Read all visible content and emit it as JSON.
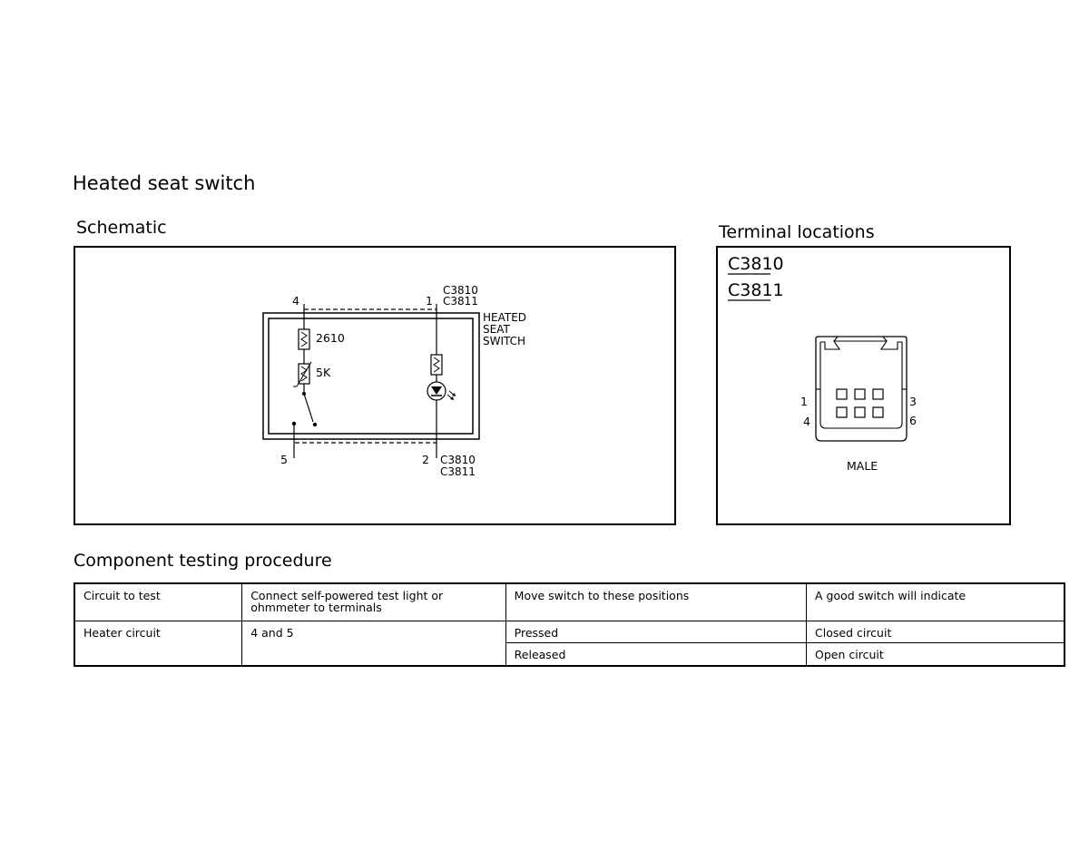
{
  "page_title": "Heated seat switch",
  "schematic": {
    "heading": "Schematic",
    "pin_top_left": "4",
    "pin_top_right": "1",
    "pin_bottom_left": "5",
    "pin_bottom_right": "2",
    "connector_top_1": "C3810",
    "connector_top_2": "C3811",
    "connector_bottom_1": "C3810",
    "connector_bottom_2": "C3811",
    "switch_label_1": "HEATED",
    "switch_label_2": "SEAT",
    "switch_label_3": "SWITCH",
    "resistor_label": "2610",
    "thermistor_label": "5K"
  },
  "terminal_locations": {
    "heading": "Terminal locations",
    "connector_1": "C3810",
    "connector_2": "C3811",
    "pin_1": "1",
    "pin_3": "3",
    "pin_4": "4",
    "pin_6": "6",
    "gender": "MALE"
  },
  "procedure": {
    "heading": "Component testing procedure",
    "headers": [
      "Circuit to test",
      "Connect self-powered test light or\nohmmeter to terminals",
      "Move switch to these positions",
      "A good switch will indicate"
    ],
    "circuit": "Heater circuit",
    "terminals": "4 and 5",
    "rows": [
      {
        "position": "Pressed",
        "indication": "Closed circuit"
      },
      {
        "position": "Released",
        "indication": "Open circuit"
      }
    ]
  }
}
